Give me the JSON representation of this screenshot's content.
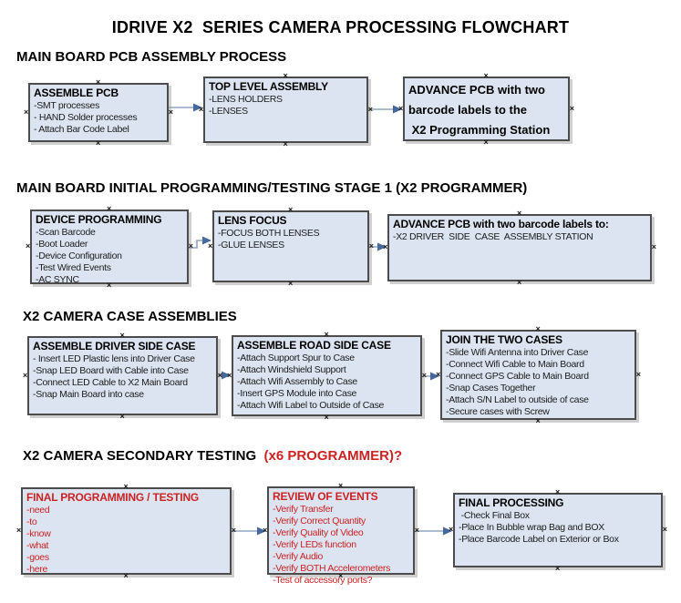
{
  "title": "IDRIVE X2  SERIES CAMERA PROCESSING FLOWCHART",
  "colors": {
    "box_fill": "#dce4f1",
    "box_border": "#4c4c4c",
    "arrow_line": "#92a5c2",
    "arrow_head": "#45689f",
    "red_text": "#cc2222"
  },
  "sections": [
    {
      "heading": "MAIN BOARD PCB ASSEMBLY PROCESS",
      "boxes": [
        {
          "title": "ASSEMBLE PCB",
          "lines": [
            "-SMT processes",
            "- HAND Solder processes",
            "- Attach Bar Code Label"
          ]
        },
        {
          "title": "TOP LEVEL ASSEMBLY",
          "lines": [
            "-LENS HOLDERS",
            "-LENSES"
          ]
        },
        {
          "title": "",
          "bold_lines": [
            "ADVANCE PCB with two",
            "barcode labels to the",
            " X2 Programming Station"
          ]
        }
      ]
    },
    {
      "heading": "MAIN BOARD INITIAL PROGRAMMING/TESTING STAGE 1 (X2 PROGRAMMER)",
      "boxes": [
        {
          "title": "DEVICE PROGRAMMING",
          "lines": [
            "-Scan Barcode",
            "-Boot Loader",
            "-Device Configuration",
            "-Test Wired Events",
            "-AC SYNC"
          ]
        },
        {
          "title": "LENS FOCUS",
          "lines": [
            "-FOCUS BOTH LENSES",
            "-GLUE LENSES"
          ]
        },
        {
          "title": "ADVANCE PCB with two barcode labels to:",
          "lines": [
            "-X2 DRIVER  SIDE  CASE  ASSEMBLY STATION"
          ]
        }
      ]
    },
    {
      "heading": "X2 CAMERA CASE ASSEMBLIES",
      "boxes": [
        {
          "title": "ASSEMBLE DRIVER SIDE CASE",
          "lines": [
            "- Insert LED Plastic lens into Driver Case",
            "-Snap LED Board with Cable into Case",
            "-Connect LED Cable to X2 Main Board",
            "-Snap Main Board into case"
          ]
        },
        {
          "title": "ASSEMBLE ROAD SIDE CASE",
          "lines": [
            "-Attach Support Spur to Case",
            "-Attach Windshield Support",
            "-Attach Wifi Assembly to Case",
            "-Insert GPS Module into Case",
            "-Attach Wifi Label to Outside of Case"
          ]
        },
        {
          "title": "JOIN THE TWO CASES",
          "lines": [
            "-Slide Wifi Antenna into Driver Case",
            "-Connect Wifi Cable to Main Board",
            "-Connect GPS Cable to Main Board",
            "-Snap Cases Together",
            "-Attach S/N Label to outside of case",
            "-Secure cases with Screw"
          ]
        }
      ]
    },
    {
      "heading": "X2 CAMERA SECONDARY TESTING  ",
      "heading_red": "(x6 PROGRAMMER)?",
      "boxes": [
        {
          "title": "FINAL PROGRAMMING / TESTING",
          "red": true,
          "lines": [
            "-need",
            "-to",
            "-know",
            "-what",
            "-goes",
            "-here"
          ]
        },
        {
          "title": "REVIEW OF EVENTS",
          "red": true,
          "lines": [
            "-Verify Transfer",
            "-Verify Correct Quantity",
            "-Verify Quality of Video",
            "-Verify LEDs function",
            "-Verify Audio",
            "-Verify BOTH Accelerometers",
            "-Test of accessory ports?"
          ]
        },
        {
          "title": "FINAL PROCESSING",
          "lines": [
            " -Check Final Box",
            "-Place In Bubble wrap Bag and BOX",
            "-Place Barcode Label on Exterior or Box"
          ]
        }
      ]
    }
  ]
}
